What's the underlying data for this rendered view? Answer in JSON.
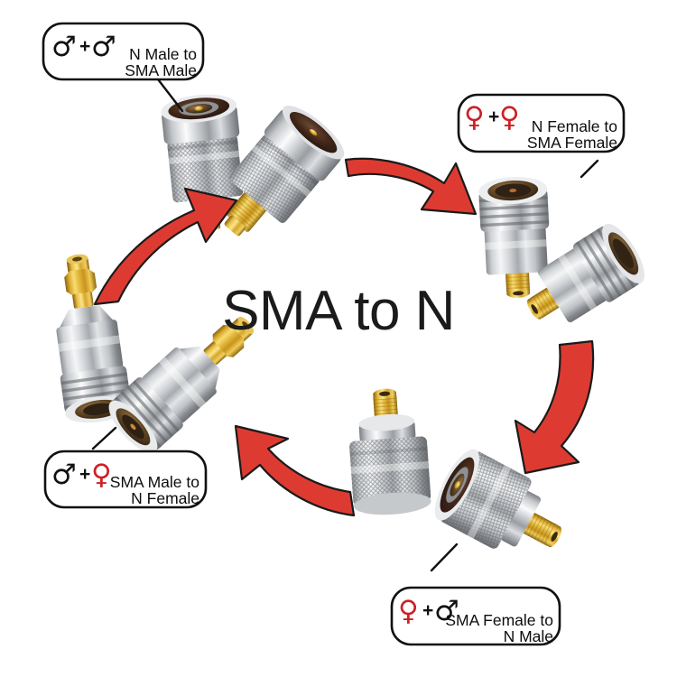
{
  "page": {
    "background_color": "#ffffff",
    "title": "SMA to N",
    "accent_red": "#dd3b31",
    "female_symbol_color": "#cc2026",
    "male_symbol_color": "#111111"
  },
  "symbols": {
    "male": "♂",
    "female": "♀",
    "plus": "+"
  },
  "callouts": [
    {
      "id": "n-male-to-sma-male",
      "symbol_left": "♂",
      "symbol_left_kind": "male",
      "plus": "+",
      "symbol_right": "♂",
      "symbol_right_kind": "male",
      "line1": "N Male to",
      "line2": "SMA Male"
    },
    {
      "id": "n-female-to-sma-female",
      "symbol_left": "♀",
      "symbol_left_kind": "female",
      "plus": "+",
      "symbol_right": "♀",
      "symbol_right_kind": "female",
      "line1": "N Female to",
      "line2": "SMA Female"
    },
    {
      "id": "sma-female-to-n-male",
      "symbol_left": "♀",
      "symbol_left_kind": "female",
      "plus": "+",
      "symbol_right": "♂",
      "symbol_right_kind": "male",
      "line1": "SMA Female to",
      "line2": "N Male"
    },
    {
      "id": "sma-male-to-n-female",
      "symbol_left": "♂",
      "symbol_left_kind": "male",
      "plus": "+",
      "symbol_right": "♀",
      "symbol_right_kind": "female",
      "line1": "SMA Male to",
      "line2": "N Female"
    }
  ],
  "products": [
    {
      "id": "adapter-n-male-sma-male-upright",
      "type": "n-male-to-sma-male"
    },
    {
      "id": "adapter-n-male-sma-male-tilted",
      "type": "n-male-to-sma-male"
    },
    {
      "id": "adapter-n-female-sma-female-upright",
      "type": "n-female-to-sma-female"
    },
    {
      "id": "adapter-n-female-sma-female-tilted",
      "type": "n-female-to-sma-female"
    },
    {
      "id": "adapter-sma-female-n-male-upright",
      "type": "sma-female-to-n-male"
    },
    {
      "id": "adapter-sma-female-n-male-tilted",
      "type": "sma-female-to-n-male"
    },
    {
      "id": "adapter-sma-male-n-female-upright",
      "type": "sma-male-to-n-female"
    },
    {
      "id": "adapter-sma-male-n-female-tilted",
      "type": "sma-male-to-n-female"
    }
  ],
  "arrows": [
    {
      "id": "arrow-left-to-top",
      "direction": "up-right"
    },
    {
      "id": "arrow-top-to-right",
      "direction": "down-right"
    },
    {
      "id": "arrow-right-to-bottom",
      "direction": "down-left"
    },
    {
      "id": "arrow-bottom-to-left",
      "direction": "up-left"
    }
  ]
}
